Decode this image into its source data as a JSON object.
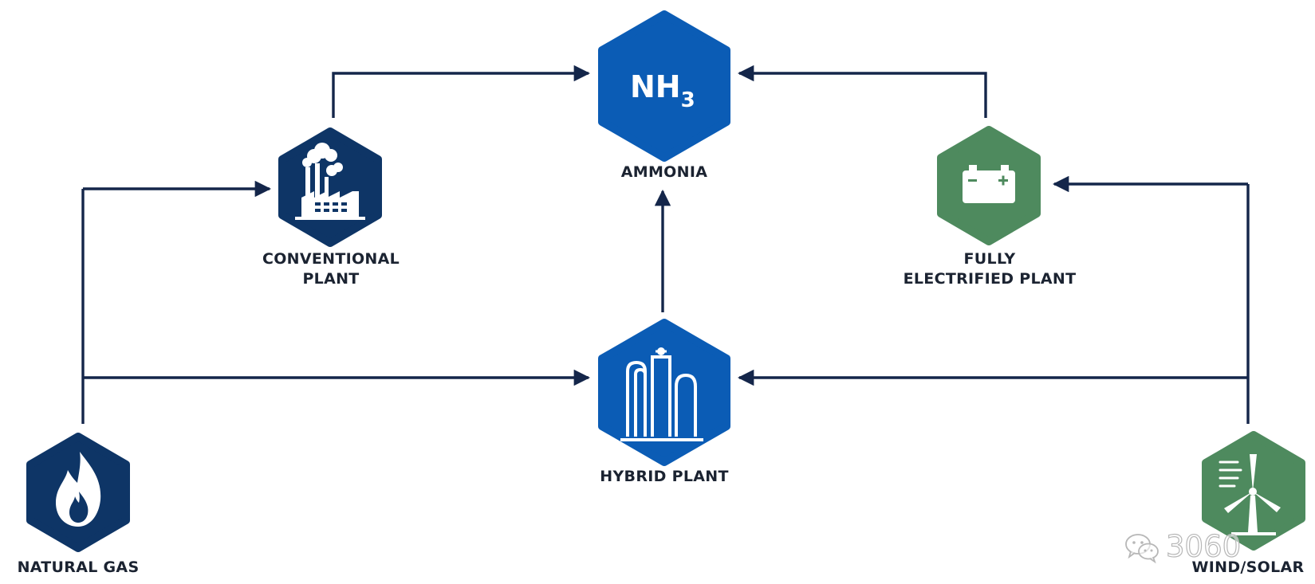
{
  "nodes": {
    "ammonia": {
      "formula_main": "NH",
      "formula_sub": "3",
      "label": "AMMONIA",
      "color": "#0b5cb5",
      "icon": "nh3-formula"
    },
    "conventional_plant": {
      "label_line1": "CONVENTIONAL",
      "label_line2": "PLANT",
      "color": "#0e3566",
      "icon": "factory-smokestack-icon"
    },
    "fully_electrified_plant": {
      "label_line1": "FULLY",
      "label_line2": "ELECTRIFIED PLANT",
      "color": "#4e8a5e",
      "icon": "battery-icon"
    },
    "hybrid_plant": {
      "label": "HYBRID PLANT",
      "color": "#0b5cb5",
      "icon": "reactor-columns-icon"
    },
    "natural_gas": {
      "label": "NATURAL GAS",
      "color": "#0e3566",
      "icon": "flame-icon"
    },
    "wind_solar": {
      "label": "WIND/SOLAR",
      "color": "#4e8a5e",
      "icon": "wind-turbine-icon"
    }
  },
  "edges": [
    {
      "from": "natural_gas",
      "to": "conventional_plant"
    },
    {
      "from": "natural_gas",
      "to": "hybrid_plant"
    },
    {
      "from": "conventional_plant",
      "to": "ammonia"
    },
    {
      "from": "hybrid_plant",
      "to": "ammonia"
    },
    {
      "from": "fully_electrified_plant",
      "to": "ammonia"
    },
    {
      "from": "wind_solar",
      "to": "fully_electrified_plant"
    },
    {
      "from": "wind_solar",
      "to": "hybrid_plant"
    }
  ],
  "colors": {
    "arrow": "#14264a",
    "label_text": "#1b2331"
  },
  "watermark": {
    "text": "3060",
    "icon": "wechat-icon"
  }
}
